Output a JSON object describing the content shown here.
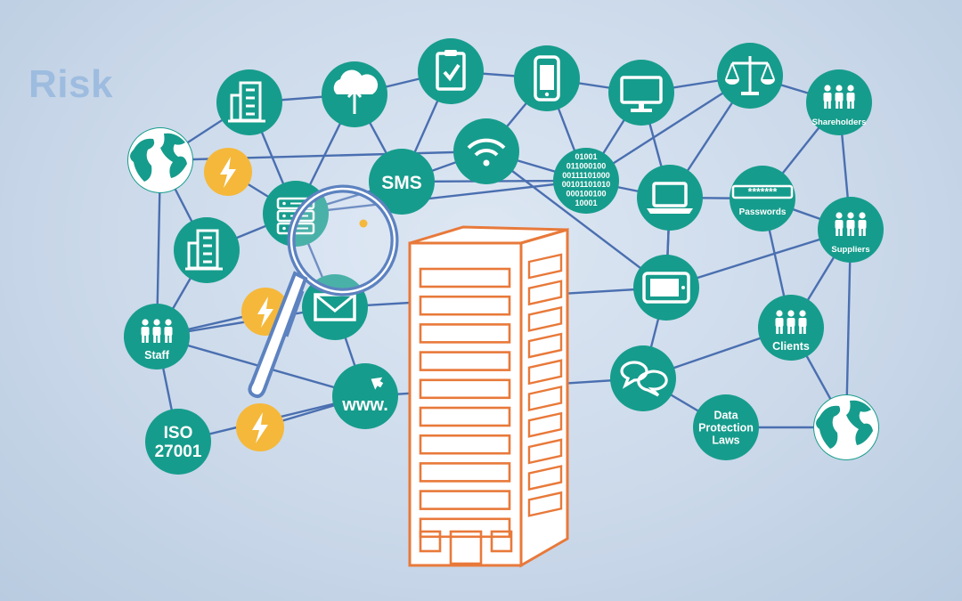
{
  "title": "Risk",
  "colors": {
    "node": "#169c8c",
    "bolt": "#f5b83a",
    "line": "#4a6fb0",
    "building": "#e8793a",
    "title": "#9dbcdf",
    "background": "#d3e0ee"
  },
  "nodes": [
    {
      "id": "globe-left",
      "icon": "globe-icon"
    },
    {
      "id": "office-building-top",
      "icon": "building-icon"
    },
    {
      "id": "cloud-upload",
      "icon": "cloud-upload-icon"
    },
    {
      "id": "clipboard",
      "icon": "clipboard-check-icon"
    },
    {
      "id": "smartphone",
      "icon": "smartphone-icon"
    },
    {
      "id": "monitor",
      "icon": "monitor-icon"
    },
    {
      "id": "scales",
      "icon": "scales-icon"
    },
    {
      "id": "shareholders",
      "icon": "people-icon",
      "label": "Shareholders"
    },
    {
      "id": "sms",
      "icon": "sms-icon",
      "label": "SMS"
    },
    {
      "id": "wifi",
      "icon": "wifi-icon"
    },
    {
      "id": "binary",
      "icon": "binary-icon",
      "lines": [
        "01001",
        "011000100",
        "00111101000",
        "00101101010",
        "000100100",
        "10001"
      ]
    },
    {
      "id": "laptop",
      "icon": "laptop-icon"
    },
    {
      "id": "passwords",
      "icon": "password-icon",
      "label": "Passwords",
      "mask": "*******"
    },
    {
      "id": "server",
      "icon": "server-icon"
    },
    {
      "id": "office-building-left",
      "icon": "building-icon"
    },
    {
      "id": "suppliers",
      "icon": "people-icon",
      "label": "Suppliers"
    },
    {
      "id": "email",
      "icon": "envelope-icon"
    },
    {
      "id": "tablet",
      "icon": "tablet-icon"
    },
    {
      "id": "staff",
      "icon": "people-icon",
      "label": "Staff"
    },
    {
      "id": "clients",
      "icon": "people-icon",
      "label": "Clients"
    },
    {
      "id": "chat",
      "icon": "chat-icon"
    },
    {
      "id": "www",
      "icon": "cursor-icon",
      "label": "www."
    },
    {
      "id": "iso",
      "icon": "text-icon",
      "lines": [
        "ISO",
        "27001"
      ]
    },
    {
      "id": "data-protection",
      "icon": "text-icon",
      "lines": [
        "Data",
        "Protection",
        "Laws"
      ]
    },
    {
      "id": "globe-right",
      "icon": "globe-icon"
    }
  ],
  "bolts": [
    {
      "id": "bolt-1",
      "icon": "lightning-icon"
    },
    {
      "id": "bolt-2",
      "icon": "lightning-icon"
    },
    {
      "id": "bolt-3",
      "icon": "lightning-icon"
    }
  ],
  "central": {
    "icon": "office-tower-icon"
  },
  "magnifier": {
    "icon": "magnifying-glass-icon"
  }
}
